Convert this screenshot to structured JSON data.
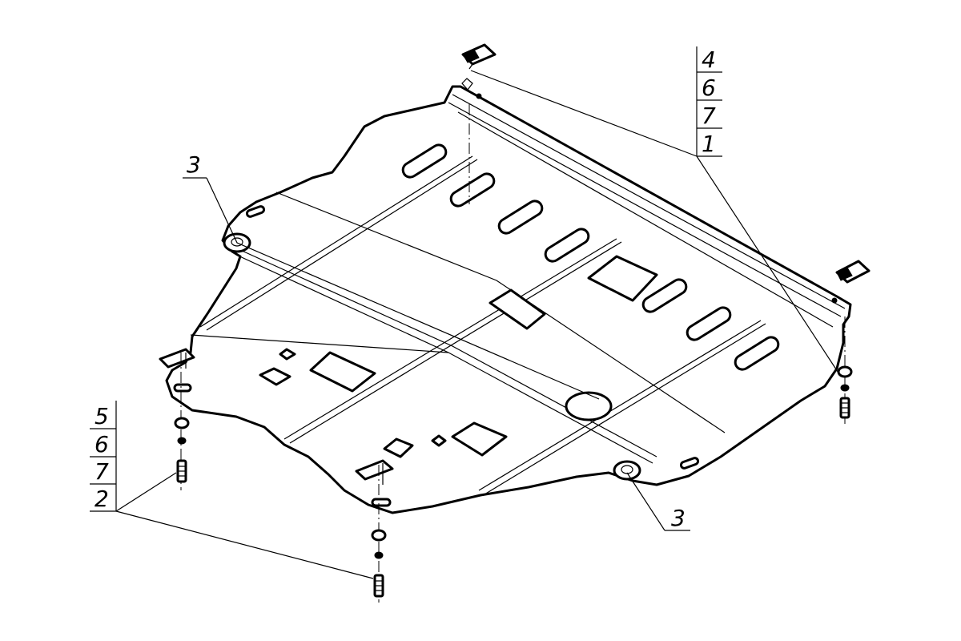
{
  "callouts": {
    "top_right": [
      "4",
      "6",
      "7",
      "1"
    ],
    "left_stack": [
      "5",
      "6",
      "7",
      "2"
    ],
    "upper_left": "3",
    "lower_right": "3"
  },
  "colors": {
    "line": "#000000",
    "background": "#ffffff"
  }
}
